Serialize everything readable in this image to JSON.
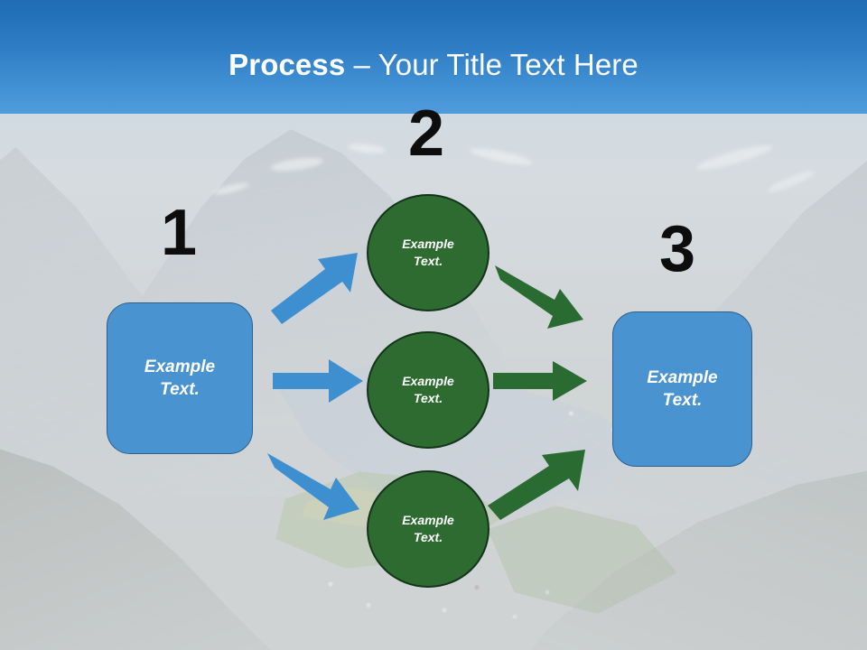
{
  "slide": {
    "title_bold": "Process",
    "title_rest": " – Your Title Text Here",
    "colors": {
      "header_blue": "#2e7cc4",
      "box_blue": "#4a93d1",
      "box_blue_outline": "#2b5f8c",
      "circle_green": "#2e6b30",
      "circle_green_outline": "#13331a",
      "arrow_blue": "#3e8fd0",
      "arrow_green": "#2a6b32",
      "number_black": "#0d0d0d",
      "shape_text_white": "#ffffff"
    }
  },
  "steps": [
    {
      "number": "1",
      "label": "Example\nText."
    },
    {
      "number": "2",
      "label": "Example\nText."
    },
    {
      "number": "3",
      "label": "Example\nText."
    }
  ],
  "nodes": {
    "start_box": {
      "label": "Example\nText."
    },
    "end_box": {
      "label": "Example\nText."
    },
    "circle_top": {
      "label": "Example\nText."
    },
    "circle_middle": {
      "label": "Example\nText."
    },
    "circle_bottom": {
      "label": "Example\nText."
    }
  },
  "arrows": [
    {
      "name": "start-to-top",
      "color": "#3e8fd0",
      "direction": "up-right"
    },
    {
      "name": "start-to-middle",
      "color": "#3e8fd0",
      "direction": "right"
    },
    {
      "name": "start-to-bottom",
      "color": "#3e8fd0",
      "direction": "down-right"
    },
    {
      "name": "top-to-end",
      "color": "#2a6b32",
      "direction": "down-right"
    },
    {
      "name": "middle-to-end",
      "color": "#2a6b32",
      "direction": "right"
    },
    {
      "name": "bottom-to-end",
      "color": "#2a6b32",
      "direction": "up-right"
    }
  ]
}
